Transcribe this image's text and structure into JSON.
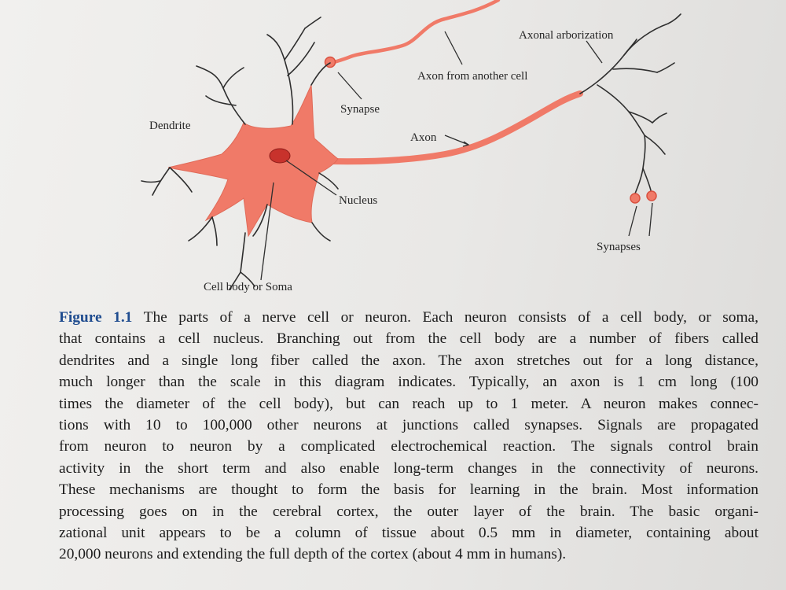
{
  "diagram": {
    "labels": {
      "axonal_arborization": "Axonal arborization",
      "axon_from_another_cell": "Axon from another cell",
      "synapse": "Synapse",
      "dendrite": "Dendrite",
      "axon": "Axon",
      "nucleus": "Nucleus",
      "synapses": "Synapses",
      "cell_body": "Cell body or Soma"
    },
    "colors": {
      "cell_fill": "#f07a68",
      "cell_outline": "#d9503f",
      "nucleus_fill": "#c8322c",
      "line": "#2e2e2e"
    }
  },
  "caption": {
    "label": "Figure 1.1",
    "lines": [
      "The parts of a nerve cell or neuron. Each neuron consists of a cell body, or soma,",
      "that contains a cell nucleus. Branching out from the cell body are a number of fibers called",
      "dendrites and a single long fiber called the axon. The axon stretches out for a long distance,",
      "much longer than the scale in this diagram indicates. Typically, an axon is 1 cm long (100",
      "times the diameter of the cell body), but can reach up to 1 meter. A neuron makes connec-",
      "tions with 10 to 100,000 other neurons at junctions called synapses. Signals are propagated",
      "from neuron to neuron by a complicated electrochemical reaction. The signals control brain",
      "activity in the short term and also enable long-term changes in the connectivity of neurons.",
      "These mechanisms are thought to form the basis for learning in the brain. Most information",
      "processing goes on in the cerebral cortex, the outer layer of the brain. The basic organi-",
      "zational unit appears to be a column of tissue about 0.5 mm in diameter, containing about",
      "20,000 neurons and extending the full depth of the cortex (about 4 mm in humans)."
    ]
  }
}
